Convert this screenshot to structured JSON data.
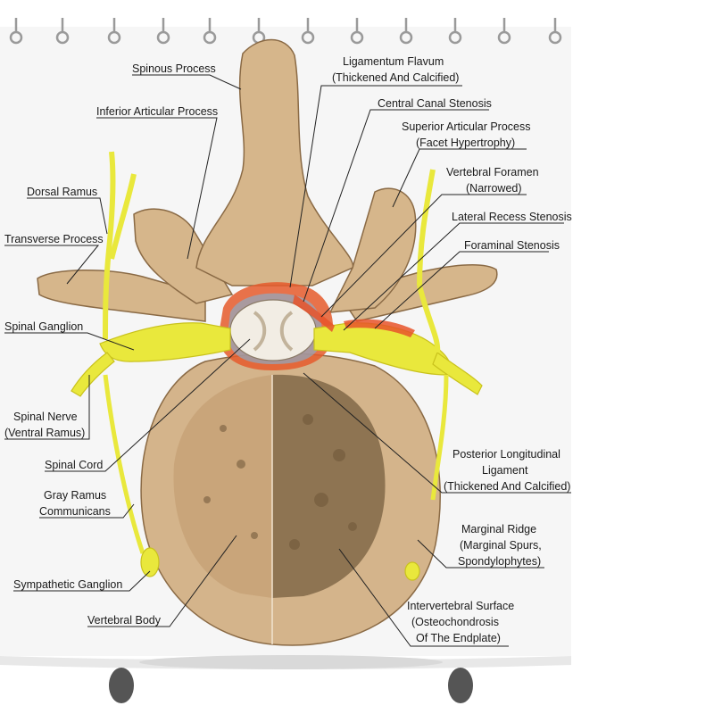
{
  "labels": {
    "spinous_process": "Spinous Process",
    "inferior_articular_process": "Inferior Articular Process",
    "dorsal_ramus": "Dorsal Ramus",
    "transverse_process": "Transverse Process",
    "spinal_ganglion": "Spinal Ganglion",
    "spinal_nerve_1": "Spinal Nerve",
    "spinal_nerve_2": "(Ventral Ramus)",
    "spinal_cord": "Spinal Cord",
    "gray_ramus_1": "Gray Ramus",
    "gray_ramus_2": "Communicans",
    "sympathetic_ganglion": "Sympathetic Ganglion",
    "vertebral_body": "Vertebral Body",
    "ligamentum_flavum_1": "Ligamentum Flavum",
    "ligamentum_flavum_2": "(Thickened And Calcified)",
    "central_canal_stenosis": "Central Canal Stenosis",
    "superior_articular_1": "Superior Articular Process",
    "superior_articular_2": "(Facet Hypertrophy)",
    "vertebral_foramen_1": "Vertebral Foramen",
    "vertebral_foramen_2": "(Narrowed)",
    "lateral_recess_stenosis": "Lateral Recess Stenosis",
    "foraminal_stenosis": "Foraminal Stenosis",
    "pll_1": "Posterior Longitudinal",
    "pll_2": "Ligament",
    "pll_3": "(Thickened And Calcified)",
    "marginal_ridge_1": "Marginal Ridge",
    "marginal_ridge_2": "(Marginal Spurs,",
    "marginal_ridge_3": "Spondylophytes)",
    "intervertebral_1": "Intervertebral Surface",
    "intervertebral_2": "(Osteochondrosis",
    "intervertebral_3": "Of The Endplate)"
  },
  "colors": {
    "bone": "#d8b98e",
    "bone_dark": "#b08a5c",
    "nerve": "#e6e63a",
    "nerve_outline": "#c9c21c",
    "inflamed": "#e8532a",
    "cord": "#f1ece4",
    "body_left": "#c9a77e",
    "body_right": "#8b7350",
    "curtain": "#f4f4f4"
  }
}
